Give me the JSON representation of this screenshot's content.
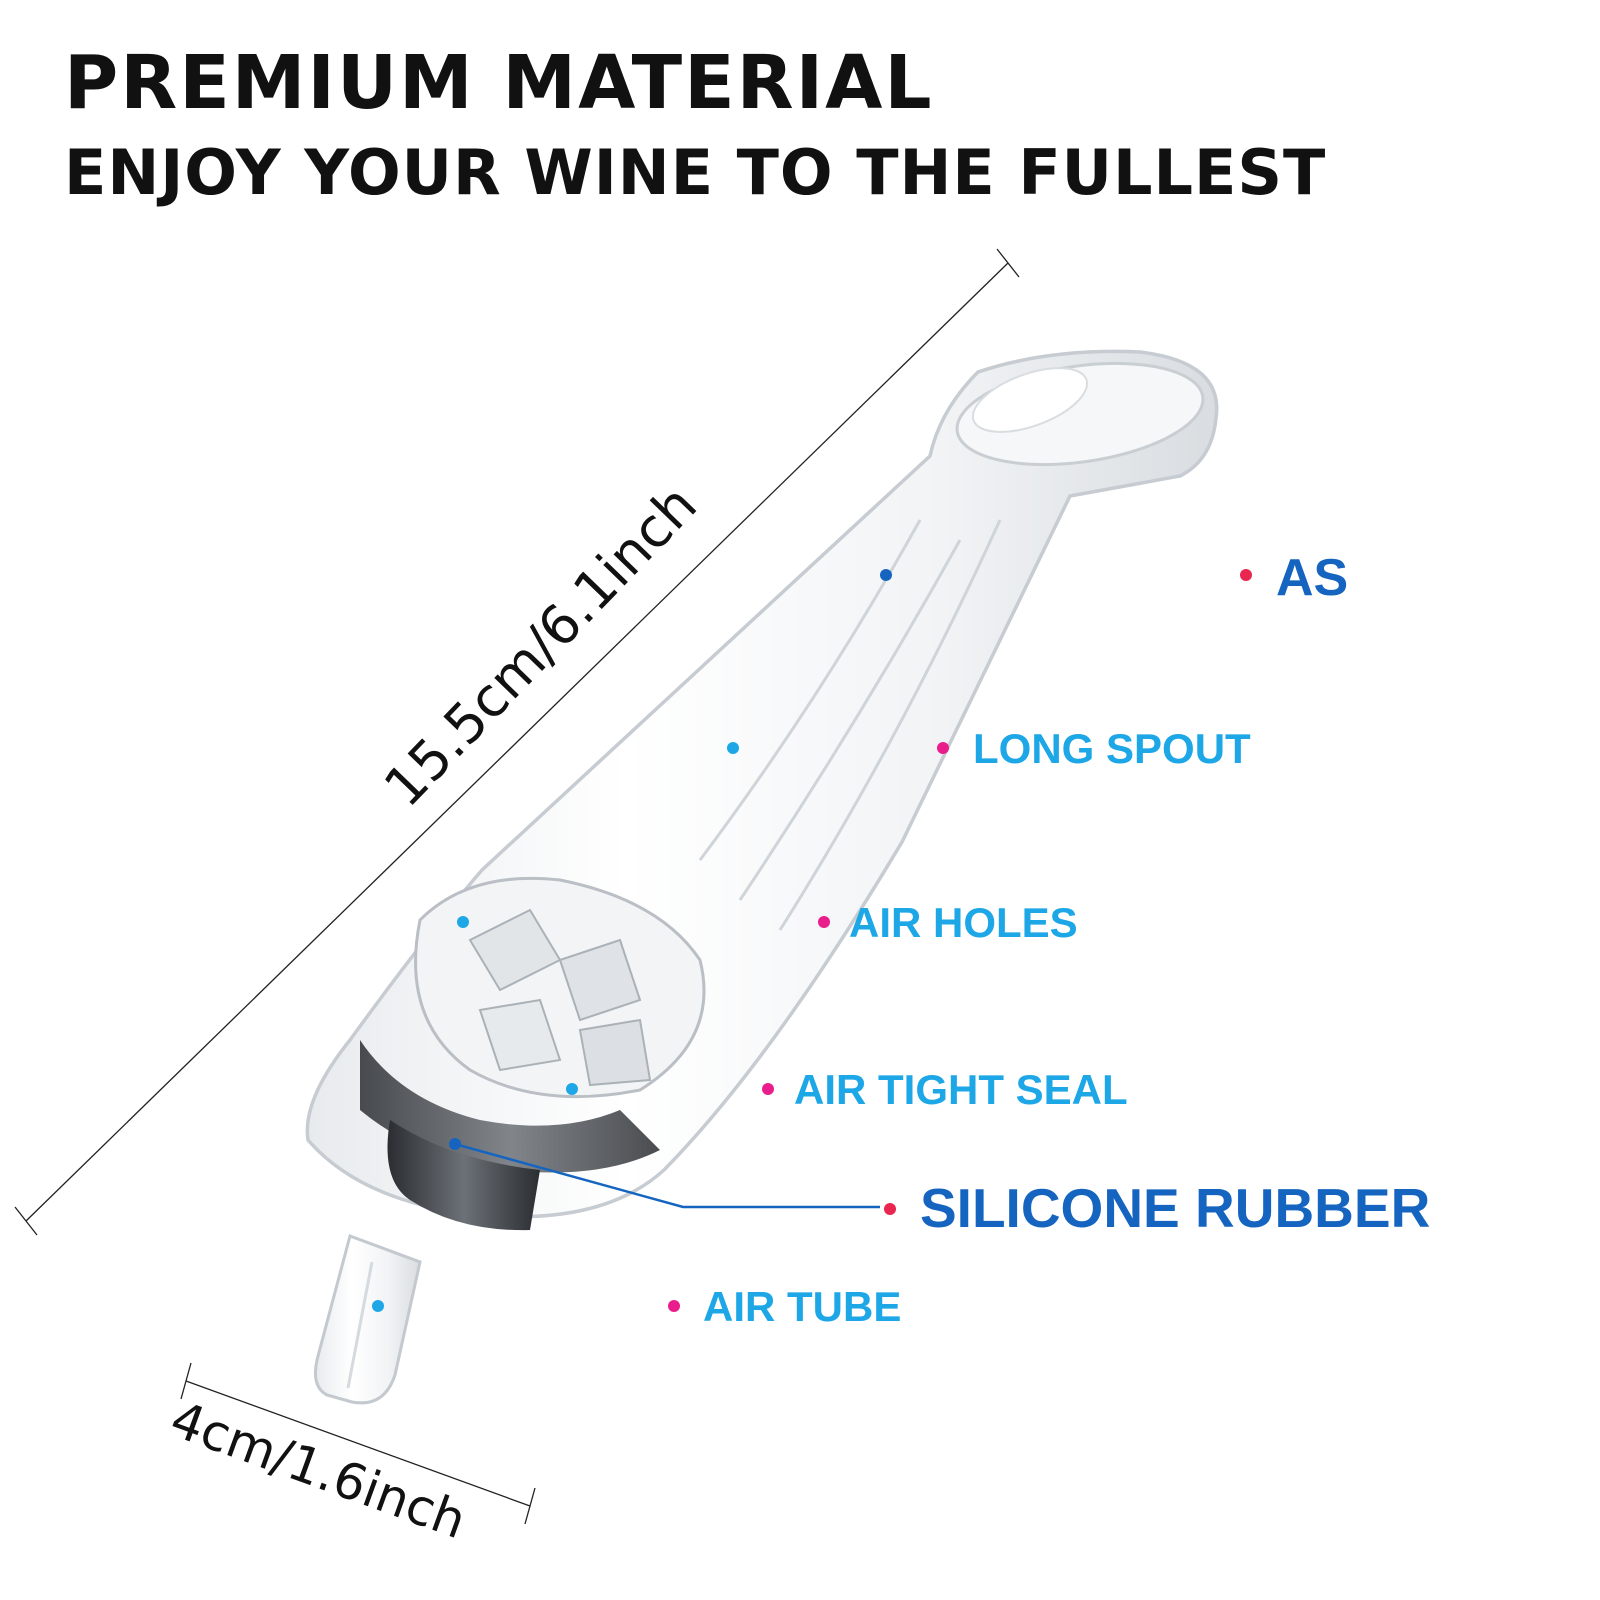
{
  "header": {
    "title": "PREMIUM MATERIAL",
    "subtitle": "ENJOY YOUR WINE TO THE FULLEST"
  },
  "dimensions": {
    "length": "15.5cm/6.1inch",
    "width": "4cm/1.6inch"
  },
  "callouts": [
    {
      "label": "AS",
      "color": "#1565c0"
    },
    {
      "label": "LONG SPOUT",
      "color": "#1ea7e6"
    },
    {
      "label": "AIR HOLES",
      "color": "#1ea7e6"
    },
    {
      "label": "AIR TIGHT SEAL",
      "color": "#1ea7e6"
    },
    {
      "label": "SILICONE RUBBER",
      "color": "#1565c0"
    },
    {
      "label": "AIR TUBE",
      "color": "#1ea7e6"
    }
  ],
  "colors": {
    "dot_red": "#e8264f",
    "dot_pink": "#e91e8c",
    "text": "#111111"
  }
}
